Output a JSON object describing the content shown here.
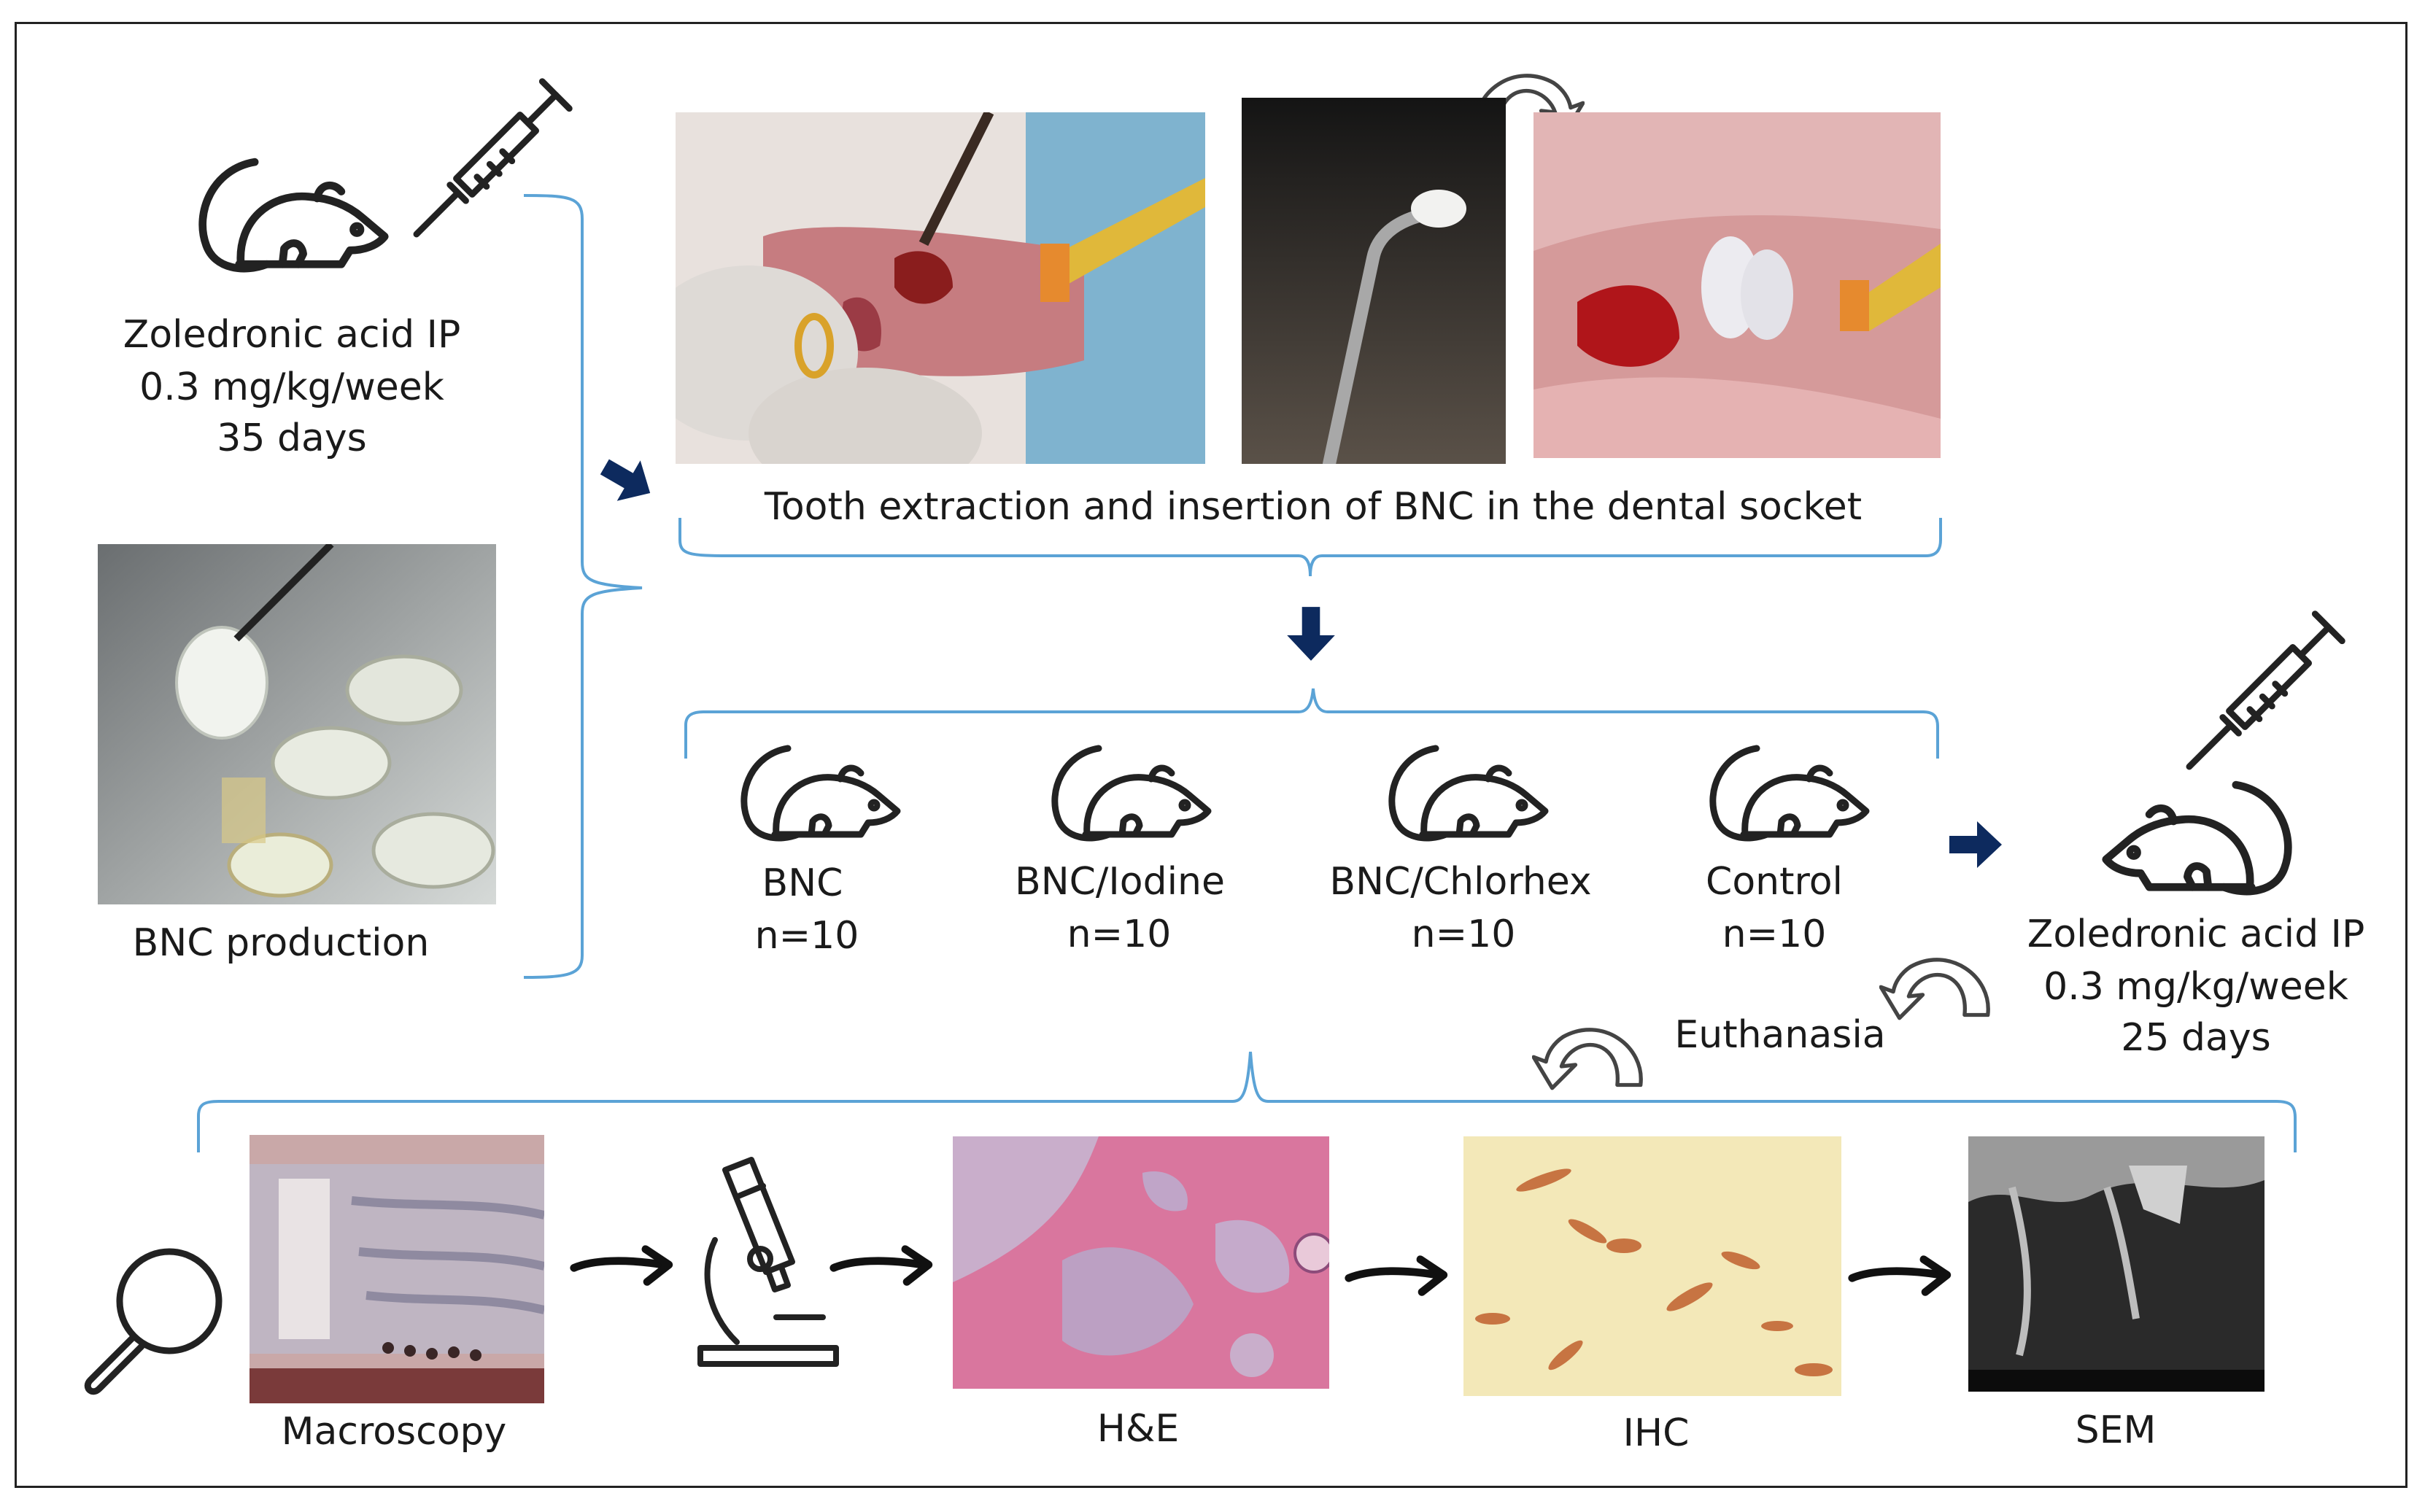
{
  "phase1": {
    "drug_lines": [
      "Zoledronic acid IP",
      "0.3 mg/kg/week",
      "35 days"
    ],
    "bnc_production": "BNC production"
  },
  "surgery": {
    "caption": "Tooth extraction and insertion of BNC in the dental socket"
  },
  "groups": [
    {
      "name": "BNC",
      "n": "n=10"
    },
    {
      "name": "BNC/Iodine",
      "n": "n=10"
    },
    {
      "name": "BNC/Chlorhex",
      "n": "n=10"
    },
    {
      "name": "Control",
      "n": "n=10"
    }
  ],
  "phase2": {
    "drug_lines": [
      "Zoledronic acid IP",
      "0.3 mg/kg/week",
      "25 days"
    ],
    "euthanasia": "Euthanasia"
  },
  "analysis": [
    "Macroscopy",
    "H&E",
    "IHC",
    "SEM"
  ],
  "colors": {
    "bracket": "#5ba3d6",
    "arrow_fill": "#0d2a5e",
    "outline": "#222222"
  },
  "icons": [
    "rat-icon",
    "syringe-icon",
    "magnifier-icon",
    "microscope-icon",
    "curved-arrow-icon"
  ]
}
